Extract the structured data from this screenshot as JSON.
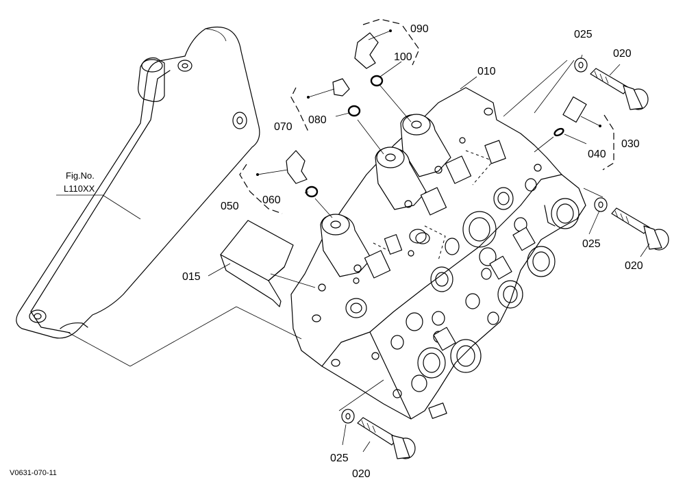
{
  "callouts": {
    "p010": "010",
    "p015": "015",
    "p020a": "020",
    "p020b": "020",
    "p020c": "020",
    "p025a": "025",
    "p025b": "025",
    "p025c": "025",
    "p030": "030",
    "p040": "040",
    "p050": "050",
    "p060": "060",
    "p070": "070",
    "p080": "080",
    "p090": "090",
    "p100": "100"
  },
  "reference": {
    "line1": "Fig.No.",
    "line2": "L110XX"
  },
  "drawing_id": "V0631-070-11"
}
